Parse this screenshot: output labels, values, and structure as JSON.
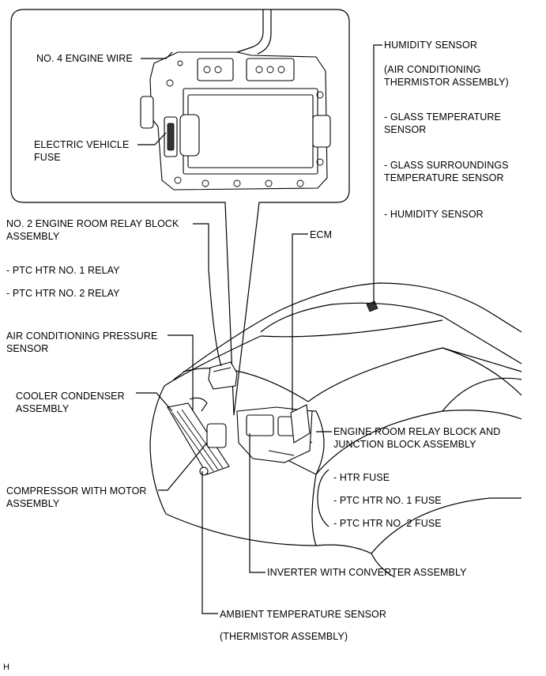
{
  "labels": {
    "no4_engine_wire": "NO. 4 ENGINE WIRE",
    "ev_fuse_1": "ELECTRIC VEHICLE",
    "ev_fuse_2": "FUSE",
    "humidity_sensor": "HUMIDITY SENSOR",
    "humidity_sub_1": "(AIR CONDITIONING",
    "humidity_sub_2": "THERMISTOR ASSEMBLY)",
    "glass_temp_1": "- GLASS TEMPERATURE",
    "glass_temp_2": "SENSOR",
    "glass_surr_1": "- GLASS SURROUNDINGS",
    "glass_surr_2": "TEMPERATURE SENSOR",
    "humidity_item": "- HUMIDITY SENSOR",
    "relay_block_1": "NO. 2 ENGINE ROOM RELAY BLOCK",
    "relay_block_2": "ASSEMBLY",
    "ptc_relay_1": "- PTC HTR NO. 1 RELAY",
    "ptc_relay_2": "- PTC HTR NO. 2 RELAY",
    "ecm": "ECM",
    "ac_pressure_1": "AIR CONDITIONING PRESSURE",
    "ac_pressure_2": "SENSOR",
    "condenser_1": "COOLER CONDENSER",
    "condenser_2": "ASSEMBLY",
    "er_relay_1": "ENGINE ROOM RELAY BLOCK AND",
    "er_relay_2": "JUNCTION BLOCK ASSEMBLY",
    "htr_fuse": "- HTR FUSE",
    "ptc_fuse_1": "- PTC HTR NO. 1 FUSE",
    "ptc_fuse_2": "- PTC HTR NO. 2 FUSE",
    "compressor_1": "COMPRESSOR WITH MOTOR",
    "compressor_2": "ASSEMBLY",
    "inverter": "INVERTER WITH CONVERTER ASSEMBLY",
    "ambient_1": "AMBIENT TEMPERATURE SENSOR",
    "ambient_2": "(THERMISTOR ASSEMBLY)",
    "corner_mark": "H"
  },
  "icons": [
    "inverter-detail-figure",
    "vehicle-front-outline",
    "condenser-figure",
    "junction-block-figure",
    "relay-block-figure",
    "humidity-sensor-figure"
  ]
}
